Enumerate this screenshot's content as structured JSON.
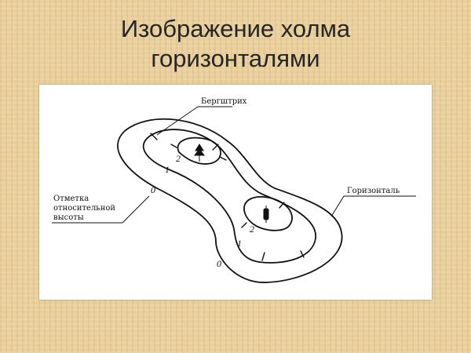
{
  "slide": {
    "title_line1": "Изображение холма",
    "title_line2": "горизонталями"
  },
  "diagram": {
    "labels": {
      "bergstrich": "Бергштрих",
      "contour": "Горизонталь",
      "mark_line1": "Отметка",
      "mark_line2": "относительной",
      "mark_line3": "высоты"
    },
    "contour_numbers": {
      "outer_left": "0",
      "outer_bottom": "0",
      "middle_left": "1",
      "middle_bottom": "1",
      "inner_top": "2",
      "inner_bottom": "2"
    },
    "colors": {
      "ink": "#111111",
      "paper": "#ffffff",
      "background": "#e9cf9c"
    }
  }
}
